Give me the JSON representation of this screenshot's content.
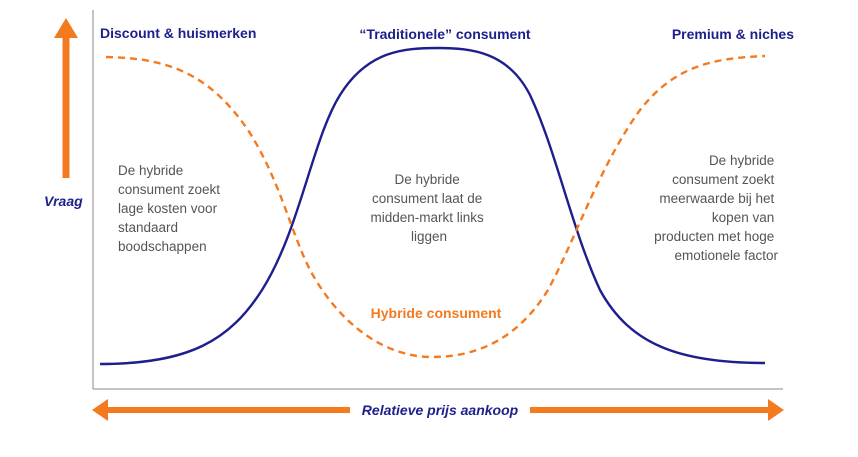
{
  "colors": {
    "navy": "#1c1f8c",
    "orange": "#f47a20",
    "axis": "#8a8a8a",
    "text": "#555555"
  },
  "headers": {
    "left": "Discount & huismerken",
    "center": "“Traditionele” consument",
    "right": "Premium & niches"
  },
  "axes": {
    "y_label": "Vraag",
    "x_label": "Relatieve prijs aankoop"
  },
  "curves": {
    "traditional": {
      "style": "solid",
      "color": "navy"
    },
    "hybrid": {
      "style": "dashed",
      "color": "orange",
      "label": "Hybride consument"
    }
  },
  "descriptions": {
    "left": [
      "De hybride",
      "consument zoekt",
      "lage kosten voor",
      "standaard",
      "boodschappen"
    ],
    "center": [
      "De hybride",
      "consument laat de",
      "midden-markt links",
      "liggen"
    ],
    "right": [
      "De hybride",
      "consument zoekt",
      "meerwaarde bij het",
      "kopen van",
      "producten met hoge",
      "emotionele factor"
    ]
  }
}
